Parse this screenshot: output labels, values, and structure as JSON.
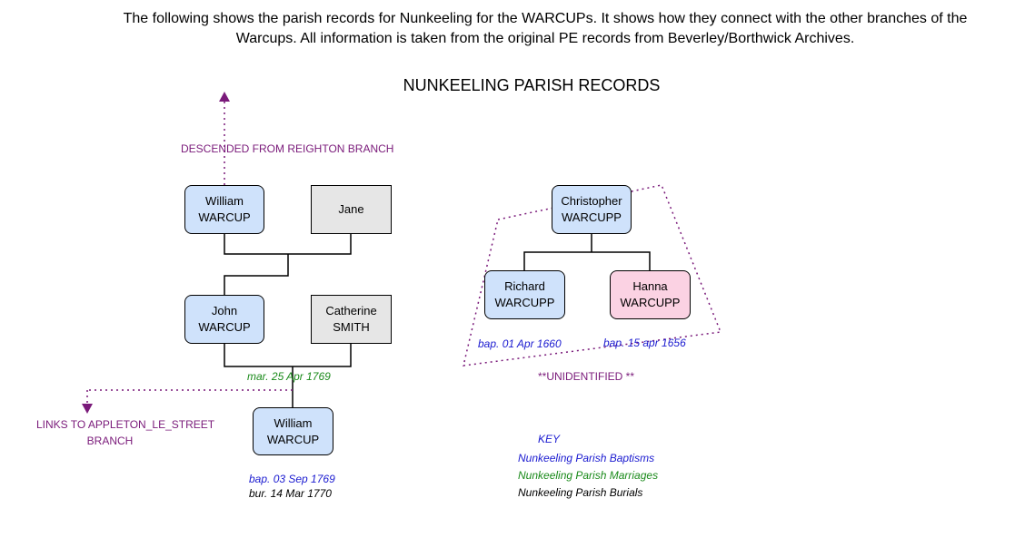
{
  "intro": {
    "line1": "The following shows the parish records for Nunkeeling for the WARCUPs. It shows how they connect with the other branches of the",
    "line2": "Warcups. All information is taken from the original PE records from Beverley/Borthwick Archives."
  },
  "title": "NUNKEELING PARISH RECORDS",
  "links": {
    "reighton": "DESCENDED FROM REIGHTON BRANCH",
    "appleton_line1": "LINKS TO APPLETON_LE_STREET",
    "appleton_line2": "BRANCH",
    "unidentified": "**UNIDENTIFIED **"
  },
  "people": {
    "william_sr": {
      "first": "William",
      "last": "WARCUP"
    },
    "jane": {
      "first": "Jane",
      "last": ""
    },
    "john": {
      "first": "John",
      "last": "WARCUP"
    },
    "catherine": {
      "first": "Catherine",
      "last": "SMITH"
    },
    "william_jr": {
      "first": "William",
      "last": "WARCUP"
    },
    "christopher": {
      "first": "Christopher",
      "last": "WARCUPP"
    },
    "richard": {
      "first": "Richard",
      "last": "WARCUPP"
    },
    "hanna": {
      "first": "Hanna",
      "last": "WARCUPP"
    }
  },
  "events": {
    "marriage": "mar. 25 Apr 1769",
    "william_bap": "bap. 03 Sep 1769",
    "william_bur": "bur. 14 Mar 1770",
    "richard_bap": "bap. 01 Apr 1660",
    "hanna_bap": "bap. 15 apr 1656"
  },
  "key": {
    "title": "KEY",
    "baptisms": "Nunkeeling Parish Baptisms",
    "marriages": "Nunkeeling Parish Marriages",
    "burials": "Nunkeeling Parish Burials"
  },
  "colors": {
    "male": "#cfe2fb",
    "female": "#fbd2e3",
    "unknown": "#e6e6e6",
    "link": "#7a1a7a",
    "baptism": "#1a1ad0",
    "marriage": "#1a8a1a",
    "burial": "#000000"
  }
}
